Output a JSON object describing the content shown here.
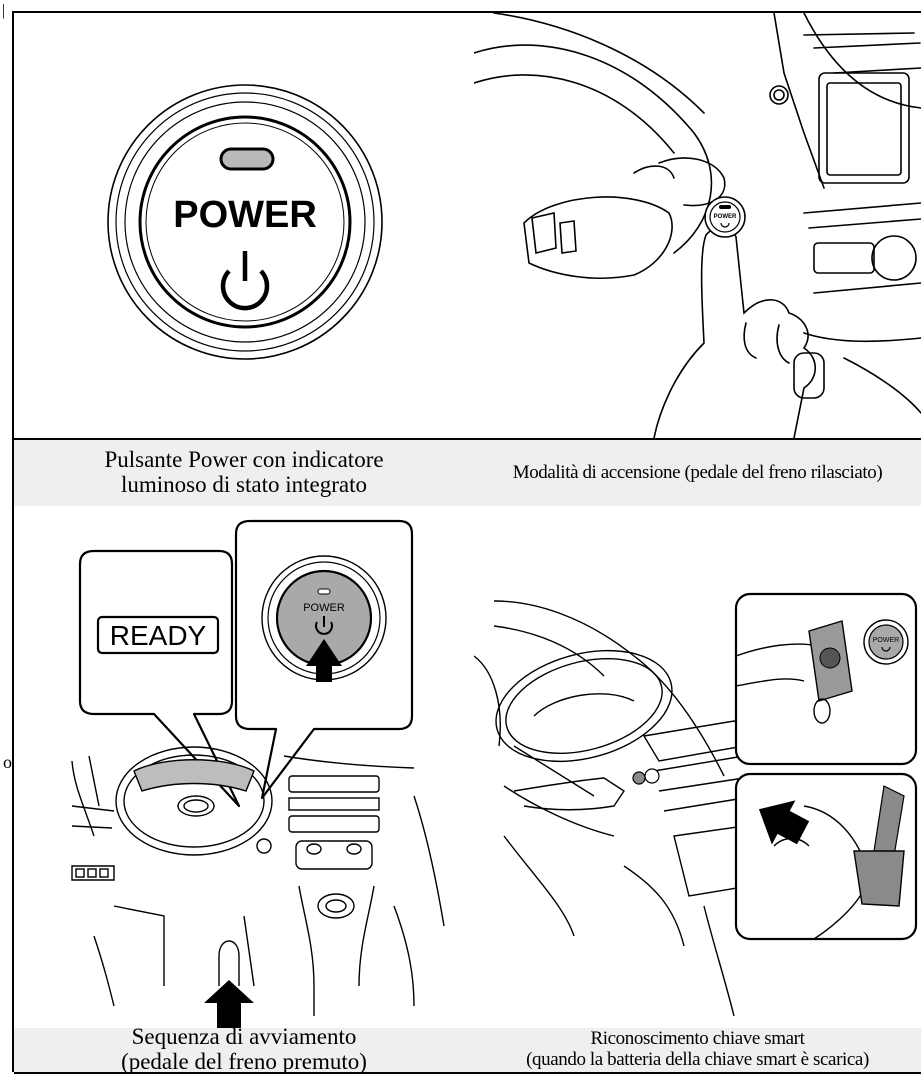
{
  "panels": [
    {
      "illustration": "power-button-closeup",
      "button_text": "POWER",
      "caption": "Pulsante Power con indicatore\nluminoso di stato integrato"
    },
    {
      "illustration": "finger-pressing-power-button",
      "button_text": "POWER",
      "caption": "Modalità di accensione (pedale del freno rilasciato)"
    },
    {
      "illustration": "dashboard-ready-sequence",
      "ready_text": "READY",
      "button_text": "POWER",
      "caption": "Sequenza di avviamento\n(pedale del freno premuto)"
    },
    {
      "illustration": "smart-key-recognition",
      "button_text": "POWER",
      "caption": "Riconoscimento chiave smart\n(quando la batteria della chiave smart è scarica)"
    }
  ],
  "margin_marks": {
    "top": "|",
    "middle": "o"
  }
}
